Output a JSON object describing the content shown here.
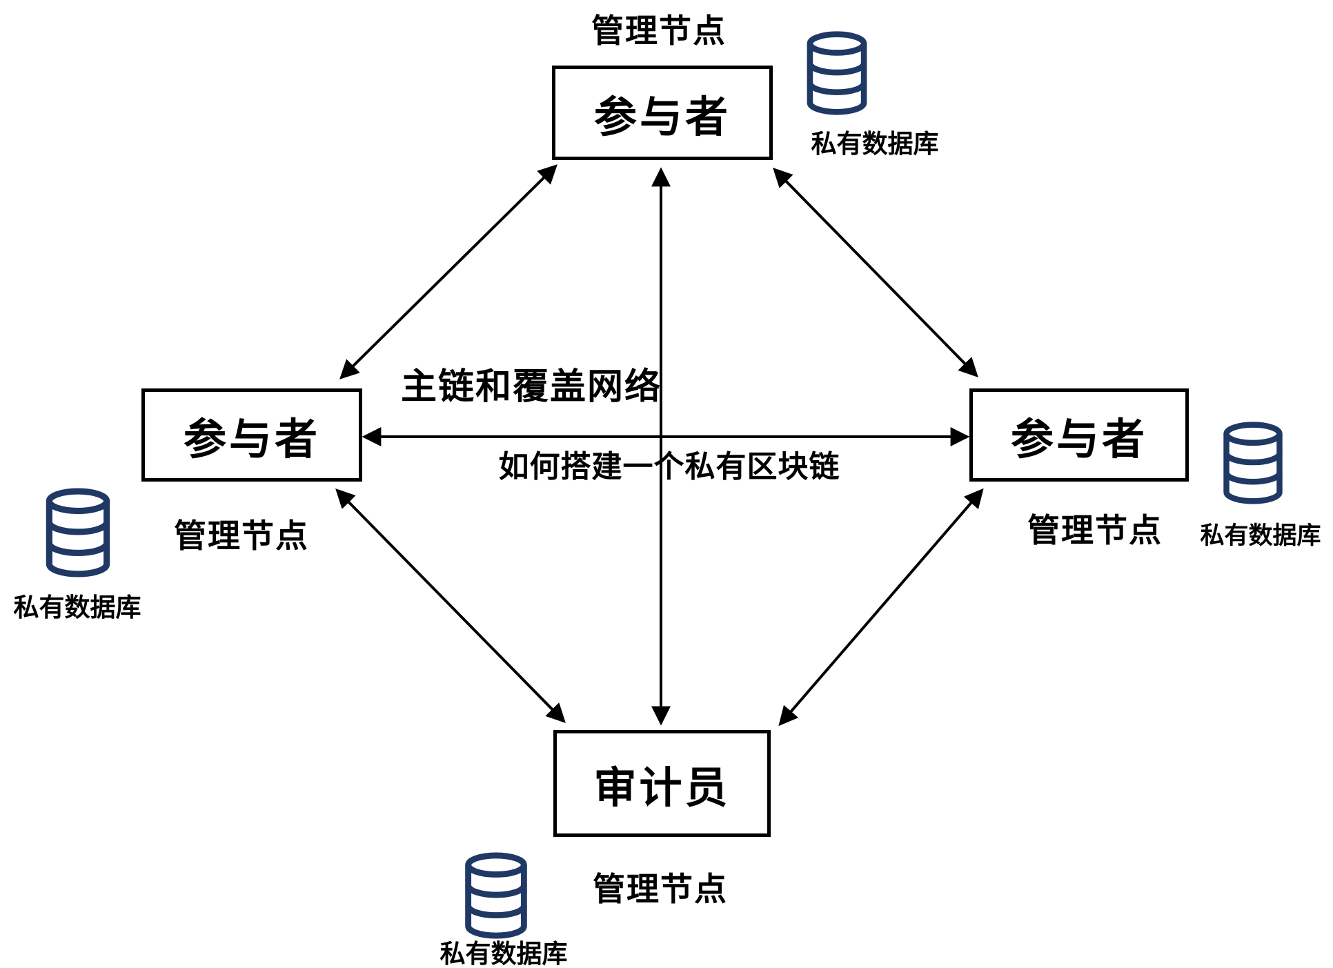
{
  "diagram": {
    "center": {
      "network_label": "主链和覆盖网络",
      "caption": "如何搭建一个私有区块链"
    },
    "nodes": {
      "top": {
        "label": "参与者",
        "role": "管理节点",
        "database": "私有数据库"
      },
      "left": {
        "label": "参与者",
        "role": "管理节点",
        "database": "私有数据库"
      },
      "right": {
        "label": "参与者",
        "role": "管理节点",
        "database": "私有数据库"
      },
      "bottom": {
        "label": "审计员",
        "role": "管理节点",
        "database": "私有数据库"
      }
    },
    "colors": {
      "database_icon": "#1f3864",
      "line": "#000000",
      "box_border": "#000000",
      "background": "#ffffff"
    }
  }
}
